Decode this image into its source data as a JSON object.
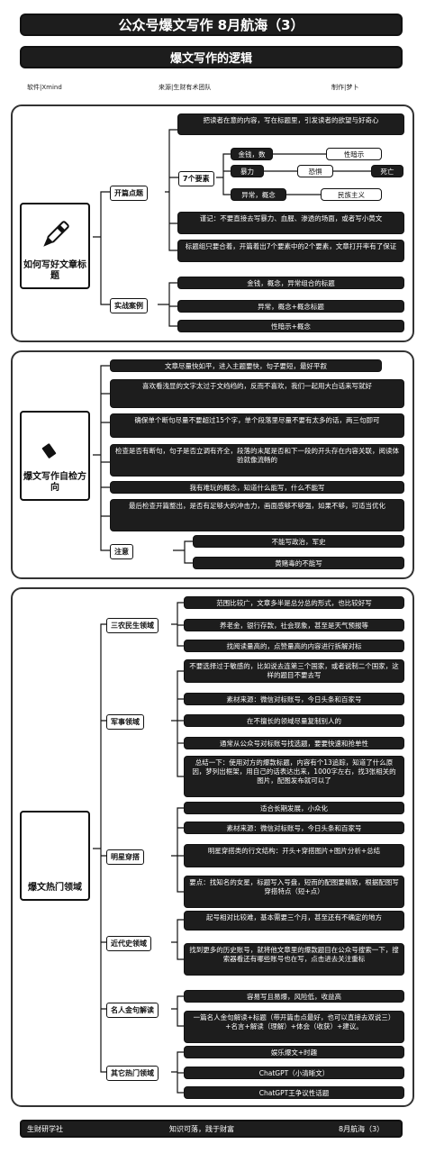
{
  "header": {
    "title": "公众号爆文写作 8月航海（3）",
    "subtitle": "爆文写作的逻辑",
    "meta_software": "软件|Xmind",
    "meta_team": "来源|生财有术团队",
    "meta_author": "制作|梦卜"
  },
  "section1": {
    "root_label": "如何写好文章标题",
    "icon": "pen-icon",
    "branch_open": "开篇点题",
    "branch_cases": "实战案例",
    "leaf_intro": "把读者在意的内容，写在标题里，引发读者的欲望与好奇心",
    "seven_label": "7个要素",
    "element_money": "金钱，数字",
    "element_hint": "性暗示",
    "element_violence": "暴力",
    "element_fear": "恐惧",
    "element_death": "死亡",
    "element_alien": "异常，概念",
    "element_nation": "民族主义",
    "leaf_note": "谨记：不要直接去写暴力、血腥、渗透的场面，或者写小黄文",
    "leaf_combo": "标题组只要合着，开篇着出7个要素中的2个要素，文章打开率有了保证",
    "case_1": "金钱，概念，异常组合的标题",
    "case_2": "异常，概念+概念标题",
    "case_3": "性暗示+概念"
  },
  "section2": {
    "root_label": "爆文写作自检方向",
    "icon": "eraser-icon",
    "item_1": "文章尽量快如平，进入主题要快，句子要短，最好平叙",
    "item_2": "喜欢看浅显的文字太过于文绉绉的，反而不喜欢，我们一起用大白话来写就好",
    "item_3": "确保单个断句尽量不要超过15个字，单个段落里尽量不要有太多的话，两三句即可",
    "item_4": "检查是否有断句，句子是否立调有齐全，段落的末尾是否和下一段的开头存在内容关联，阅读体验就像流畅的",
    "item_5": "我有难玩的概念，知道什么能写，什么不能写",
    "item_6": "最后检查开篇整出，是否有足够大的冲击力，画面感够不够强，如果不够，可适当优化",
    "branch_attention": "注意",
    "attention_1": "不能写政治，军史",
    "attention_2": "黄赌毒的不能写"
  },
  "section3": {
    "root_label": "爆文热门领域",
    "icon": "lightbulb-icon",
    "domain_livelihood": "三农民生领域",
    "liv_1": "范围比较广，文章多半是总分总的形式，也比较好写",
    "liv_2": "养老金，银行存款，社会现象，甚至是天气预报等",
    "liv_3": "找阅读量高的，点赞量高的内容进行拆解对标",
    "domain_military": "军事领域",
    "mil_1": "不要选择过于敏感的，比如说去连第三个国家，或者说制二个国家，这样的题目不要去写",
    "mil_2": "素材来源：微信对标账号，今日头条和百家号",
    "mil_3": "在不擅长的领域尽量复制别人的",
    "mil_4": "通常从公众号对标账号找选题，要要快速和抢单性",
    "mil_5": "总结一下：使用对方的爆款标题，内容有个13追踪，知道了什么原因，梦列出框架，用自己的话表达出来，1000字左右，找3张相关的图片，配图发布就可以了",
    "domain_celebrity": "明星穿搭",
    "cel_1": "适合长期发展，小众化",
    "cel_2": "素材来源：微信对标账号，今日头条和百家号",
    "cel_3": "明星穿搭类的行文结构：开头+穿搭图片+图片分析+总结",
    "cel_4": "要点：找知名的女星，标题写入号盘，短而的配图要精致，根据配图写穿搭特点（短+点）",
    "domain_history": "近代史领域",
    "his_1": "起号相对比较难，基本需要三个月，甚至还有不确定的地方",
    "his_2": "找到更多的历史账号，就将他文章里的爆款题目在公众号搜索一下，搜索器看还有哪些账号也在写，点击进去关注重标",
    "domain_quotes": "名人金句解读",
    "quo_1": "容易写且易爆，风险低，收益高",
    "quo_2": "一篇名人金句解读+标题（带开篇击点最好，也可以直接去双说三）+名言+解读（理解）+体会（收获）+建议。",
    "domain_other": "其它热门领域",
    "oth_1": "娱乐爆文+时趣",
    "oth_2": "ChatGPT（小清晰文）",
    "oth_3": "ChatGPT王争议性话题"
  },
  "footer": {
    "left": "生财研学社",
    "center": "知识可落，践于财富",
    "right": "8月航海（3）"
  }
}
